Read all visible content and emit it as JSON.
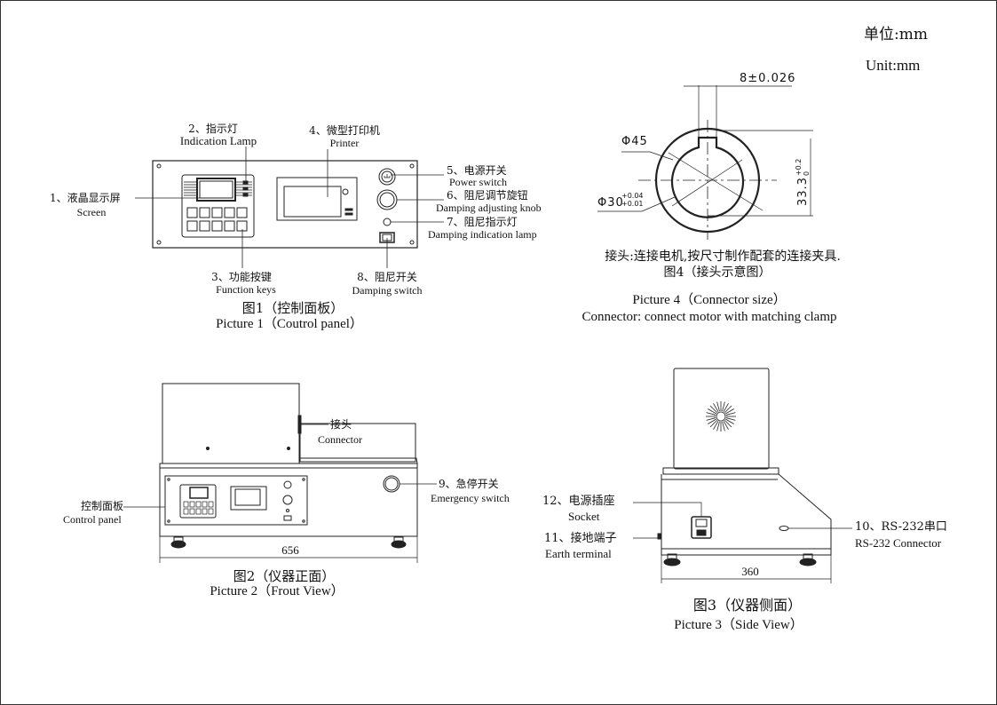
{
  "unit": {
    "cn": "单位:mm",
    "en": "Unit:mm"
  },
  "picture1": {
    "caption_cn": "图1（控制面板）",
    "caption_en": "Picture 1（Coutrol panel）",
    "callouts": [
      {
        "cn": "1、液晶显示屏",
        "en": "Screen"
      },
      {
        "cn": "2、指示灯",
        "en": "Indication Lamp"
      },
      {
        "cn": "3、功能按键",
        "en": "Function keys"
      },
      {
        "cn": "4、微型打印机",
        "en": "Printer"
      },
      {
        "cn": "5、电源开关",
        "en": "Power switch"
      },
      {
        "cn": "6、阻尼调节旋钮",
        "en": "Damping adjusting knob"
      },
      {
        "cn": "7、阻尼指示灯",
        "en": "Damping indication lamp"
      },
      {
        "cn": "8、阻尼开关",
        "en": "Damping switch"
      }
    ]
  },
  "picture4": {
    "dimensions": {
      "key_width": "8±0.026",
      "outer_dia": "Φ45",
      "inner_dia": "Φ30",
      "inner_tol_upper": "+0.04",
      "inner_tol_lower": "+0.01",
      "height": "33.3",
      "height_tol_upper": "+0.2",
      "height_tol_lower": "0"
    },
    "note_cn": "接头:连接电机,按尺寸制作配套的连接夹具.",
    "caption_cn": "图4（接头示意图）",
    "caption_en": "Picture 4（Connector size）",
    "note_en": "Connector: connect motor with matching clamp"
  },
  "picture2": {
    "caption_cn": "图2（仪器正面）",
    "caption_en": "Picture 2（Frout View）",
    "width_dim": "656",
    "callouts": {
      "connector": {
        "cn": "接头",
        "en": "Connector"
      },
      "control_panel": {
        "cn": "控制面板",
        "en": "Control panel"
      },
      "emergency": {
        "cn": "9、急停开关",
        "en": "Emergency switch"
      }
    }
  },
  "picture3": {
    "caption_cn": "图3（仪器侧面）",
    "caption_en": "Picture 3（Side View）",
    "width_dim": "360",
    "callouts": {
      "socket": {
        "cn": "12、电源插座",
        "en": "Socket"
      },
      "earth": {
        "cn": "11、接地端子",
        "en": "Earth terminal"
      },
      "rs232": {
        "cn": "10、RS-232串口",
        "en": "RS-232 Connector"
      }
    }
  }
}
